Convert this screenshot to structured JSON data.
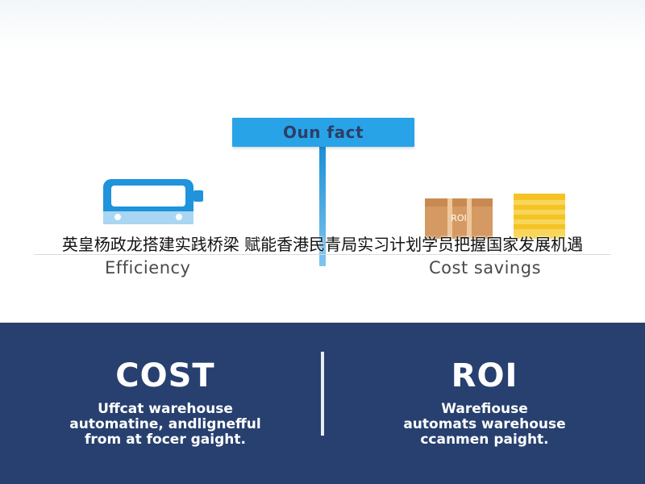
{
  "fact": {
    "title": "Oun fact"
  },
  "headline": "英皇杨政龙搭建实践桥梁 赋能香港民青局实习计划学员把握国家发展机遇",
  "top": {
    "efficiency_label": "Efficiency",
    "savings_label": "Cost savings",
    "roi_box_text": "ROI"
  },
  "colors": {
    "accent": "#29a3e8",
    "navy": "#27406f",
    "box_brown": "#c98a52",
    "coins_gold": "#f5c324"
  },
  "bottom": {
    "left": {
      "heading": "COST",
      "lines": [
        "Uffcat warehouse",
        "automatine, andlignefful",
        "from at focer gaight."
      ]
    },
    "right": {
      "heading": "ROI",
      "lines": [
        "Warefiouse",
        "automats warehouse",
        "ccanmen paight."
      ]
    }
  },
  "icons": [
    "truck-icon",
    "box-icon",
    "coins-icon",
    "flag-icon"
  ]
}
